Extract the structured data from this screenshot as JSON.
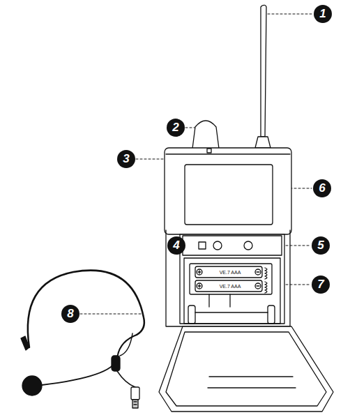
{
  "diagram": {
    "labels": [
      "1",
      "2",
      "3",
      "4",
      "5",
      "6",
      "7",
      "8",
      "VE.7 AAA",
      "VE.7 AAA"
    ]
  }
}
